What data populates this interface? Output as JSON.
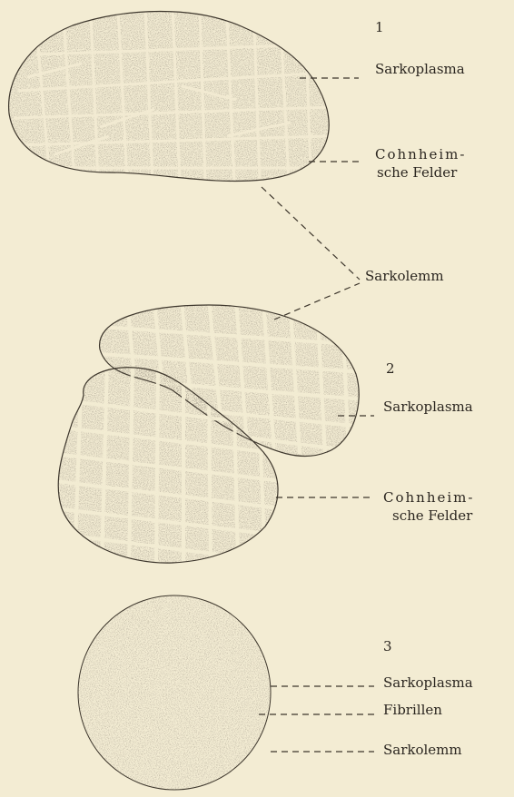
{
  "figure": {
    "colors": {
      "background": "#f3ecd3",
      "ink": "#2b2620",
      "stipple": "#3d362c"
    },
    "section_1": {
      "number": "1",
      "labels": {
        "sarkoplasma": "Sarkoplasma",
        "cohnheim_line1": "Cohnheim-",
        "cohnheim_line2": "sche Felder",
        "sarkolemm": "Sarkolemm"
      }
    },
    "section_2": {
      "number": "2",
      "labels": {
        "sarkoplasma": "Sarkoplasma",
        "cohnheim_line1": "Cohnheim-",
        "cohnheim_line2": "sche Felder"
      }
    },
    "section_3": {
      "number": "3",
      "labels": {
        "sarkoplasma": "Sarkoplasma",
        "fibrillen": "Fibrillen",
        "sarkolemm": "Sarkolemm"
      }
    }
  }
}
